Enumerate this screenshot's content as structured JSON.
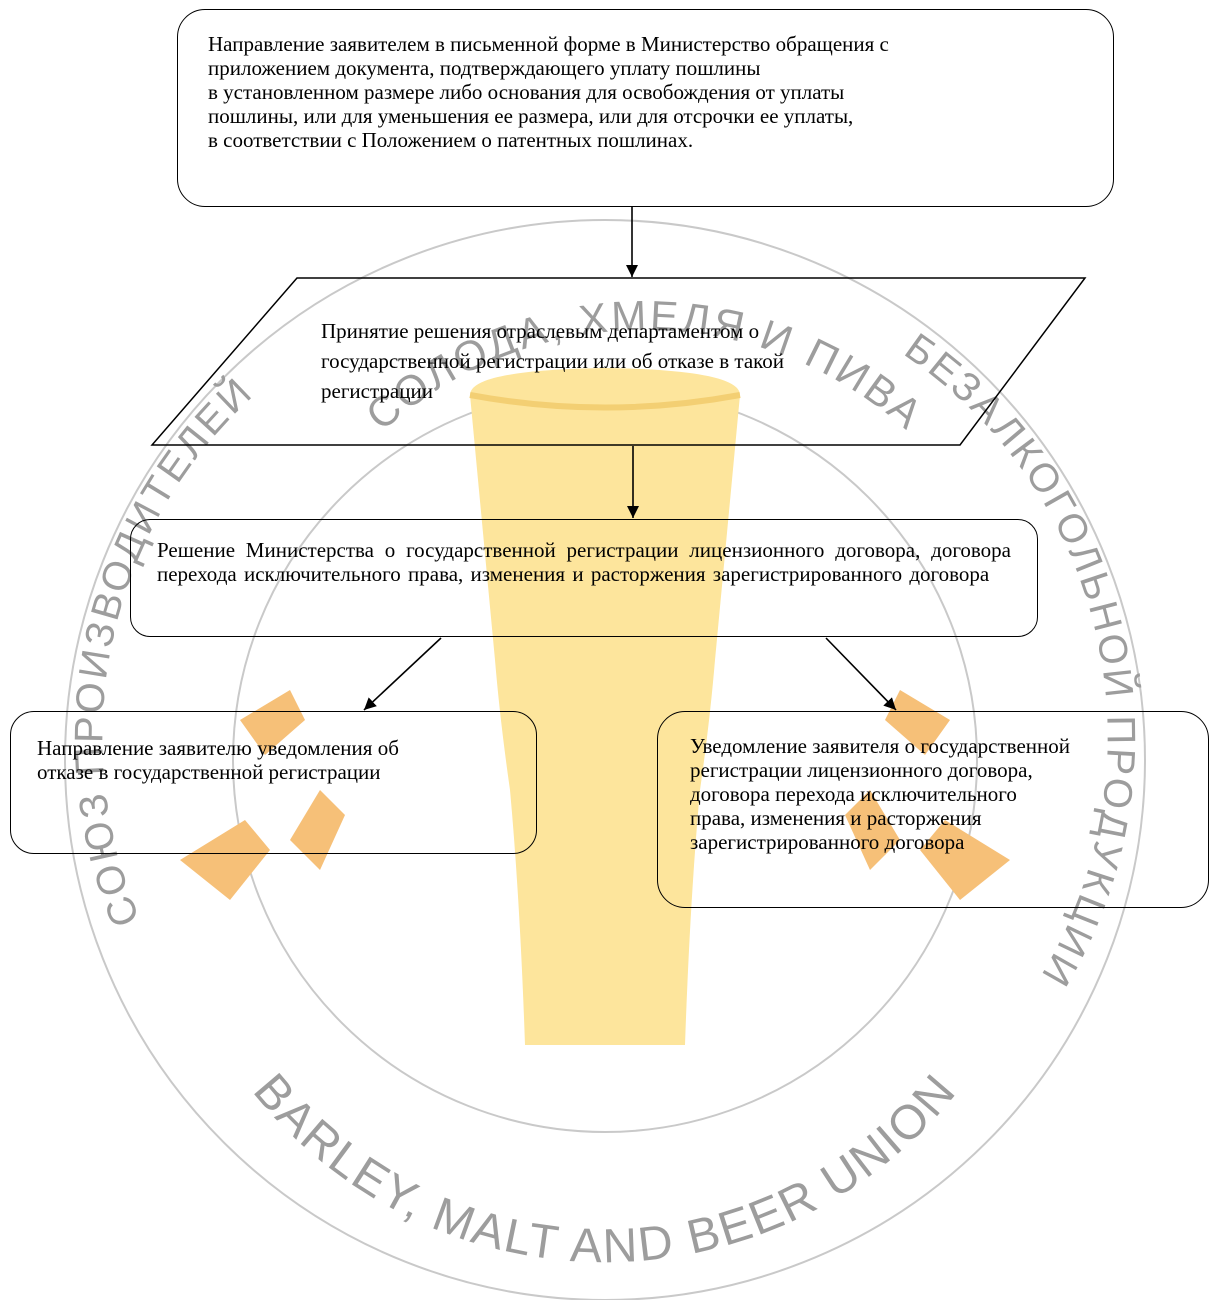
{
  "watermark": {
    "top_text": "СОЛОДА, ХМЕЛЯ И ПИВА",
    "left_text": "СОЮЗ ПРОИЗВОДИТЕЛЕЙ",
    "right_text": "БЕЗАЛКОГОЛЬНОЙ ПРОДУКЦИИ",
    "bottom_text": "BARLEY, MALT AND BEER UNION",
    "ring_color": "#c9c9c9",
    "text_color": "#9d9d9d",
    "glass_color": "#fde59c",
    "ear_color": "#f6c078"
  },
  "flowchart": {
    "step1": {
      "lines": [
        "Направление заявителем в письменной форме в Министерство обращения с",
        "приложением документа, подтверждающего уплату пошлины",
        "в установленном размере либо основания для освобождения от уплаты",
        "пошлины, или для уменьшения ее размера, или для отсрочки ее уплаты,",
        "в соответствии с Положением о патентных пошлинах."
      ]
    },
    "step2": {
      "lines": [
        "Принятие решения отраслевым департаментом о",
        "государственной регистрации или об отказе в такой",
        "регистрации"
      ]
    },
    "step3": {
      "text": "Решение Министерства о государственной регистрации лицензионного договора, договора перехода исключительного права, изменения и расторжения зарегистрированного договора"
    },
    "step4_left": {
      "lines": [
        "Направление заявителю уведомления об",
        "отказе в государственной регистрации"
      ]
    },
    "step4_right": {
      "lines": [
        "Уведомление заявителя о государственной",
        "регистрации лицензионного договора,",
        "договора перехода исключительного",
        "права, изменения и расторжения",
        "зарегистрированного договора"
      ]
    }
  }
}
